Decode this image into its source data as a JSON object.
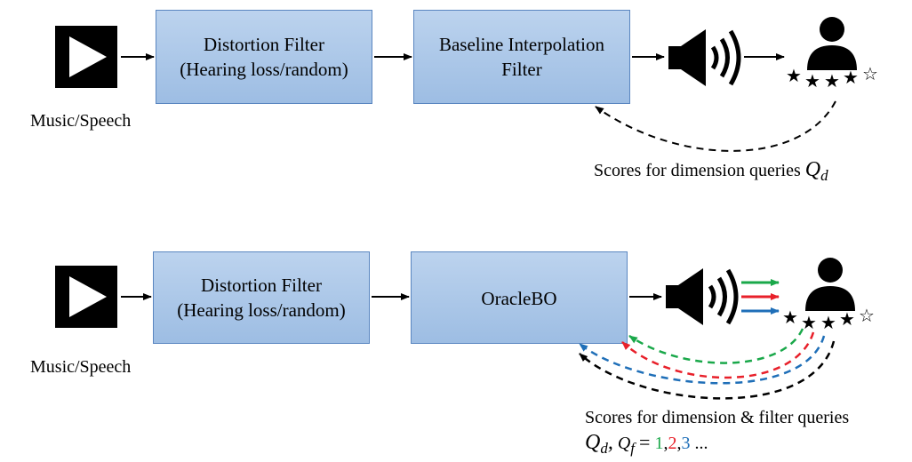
{
  "top": {
    "source_label": "Music/Speech",
    "distortion_box": {
      "line1": "Distortion Filter",
      "line2": "(Hearing loss/random)"
    },
    "baseline_box": {
      "line1": "Baseline Interpolation",
      "line2": "Filter"
    },
    "feedback_text": "Scores for dimension queries",
    "feedback_symbol": "Q",
    "feedback_subscript": "d"
  },
  "bottom": {
    "source_label": "Music/Speech",
    "distortion_box": {
      "line1": "Distortion Filter",
      "line2": "(Hearing loss/random)"
    },
    "oracle_box": {
      "label": "OracleBO"
    },
    "feedback_text": "Scores for dimension & filter queries",
    "formula": {
      "q_symbol": "Q",
      "q_d_sub": "d",
      "comma": ",",
      "f_symbol": "Q",
      "f_sub": "f",
      "equals": "=",
      "v1": "1",
      "c1": ",",
      "v2": "2",
      "c2": ",",
      "v3": "3",
      "ellipsis": "..."
    }
  },
  "colors": {
    "box_fill": "#a9c6e8",
    "box_border": "#5a86c0",
    "query1": "#1aa84a",
    "query2": "#e8202a",
    "query3": "#1f6fb8",
    "base": "#000000"
  },
  "icons": [
    "play-icon",
    "speaker-icon",
    "user-icon",
    "star-icon",
    "star-outline-icon"
  ]
}
